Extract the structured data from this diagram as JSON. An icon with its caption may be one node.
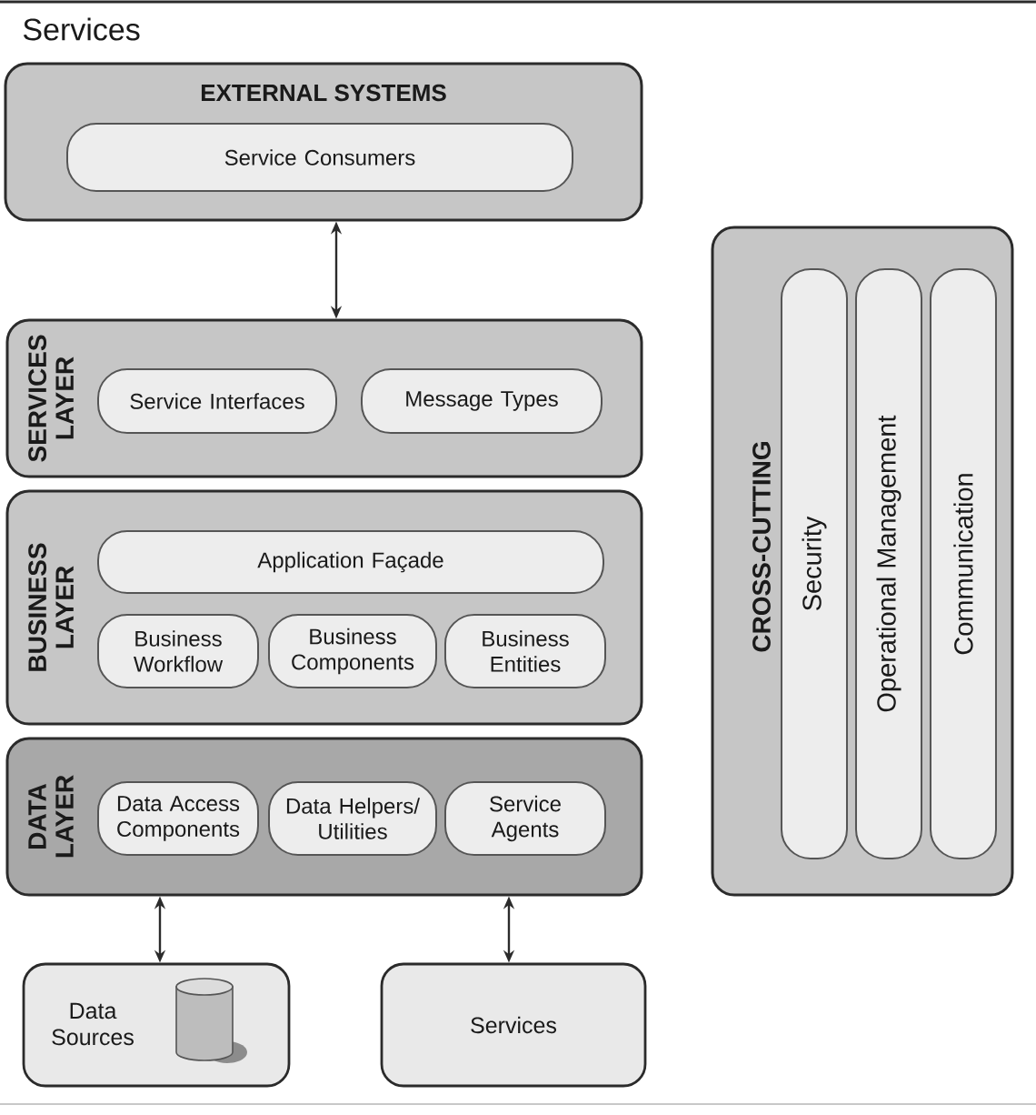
{
  "diagram": {
    "title": "Services",
    "nodes": [
      {
        "text": [
          "EXTERNAL SYSTEMS"
        ]
      },
      {
        "text": [
          "Service Consumers"
        ],
        "in": 0
      },
      {
        "text": [
          "SERVICES LAYER"
        ]
      },
      {
        "text": [
          "Service Interfaces"
        ],
        "in": 2
      },
      {
        "text": [
          "Message Types"
        ],
        "in": 2
      },
      {
        "text": [
          "BUSINESS LAYER"
        ]
      },
      {
        "text": [
          "Application Façade"
        ],
        "in": 5
      },
      {
        "text": [
          "Business Workflow"
        ],
        "in": 5
      },
      {
        "text": [
          "Business Components"
        ],
        "in": 5
      },
      {
        "text": [
          "Business Entities"
        ],
        "in": 5
      },
      {
        "text": [
          "DATA LAYER"
        ]
      },
      {
        "text": [
          "Data Access Components"
        ],
        "in": 10
      },
      {
        "text": [
          "Data Helpers/ Utilities"
        ],
        "in": 10
      },
      {
        "text": [
          "Service Agents"
        ],
        "in": 10
      },
      {
        "text": [
          "Data Sources"
        ]
      },
      {
        "text": [
          "Services"
        ]
      },
      {
        "text": [
          "CROSS-CUTTING"
        ]
      },
      {
        "text": [
          "Security"
        ],
        "in": 16
      },
      {
        "text": [
          "Operational Management"
        ],
        "in": 16
      },
      {
        "text": [
          "Communication"
        ],
        "in": 16
      }
    ],
    "edges": [
      {
        "from": 0,
        "to": 2,
        "arrow": "both"
      },
      {
        "from": 10,
        "to": 14,
        "arrow": "both"
      },
      {
        "from": 10,
        "to": 15,
        "arrow": "both"
      }
    ]
  }
}
